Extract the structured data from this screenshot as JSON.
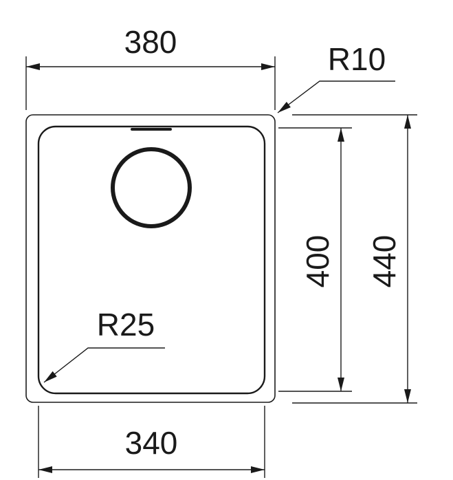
{
  "dimensions": {
    "top_width": "380",
    "bottom_width": "340",
    "inner_height": "400",
    "outer_height": "440",
    "outer_radius": "R10",
    "inner_radius": "R25"
  },
  "colors": {
    "line": "#1a1a1a",
    "background": "#ffffff"
  }
}
